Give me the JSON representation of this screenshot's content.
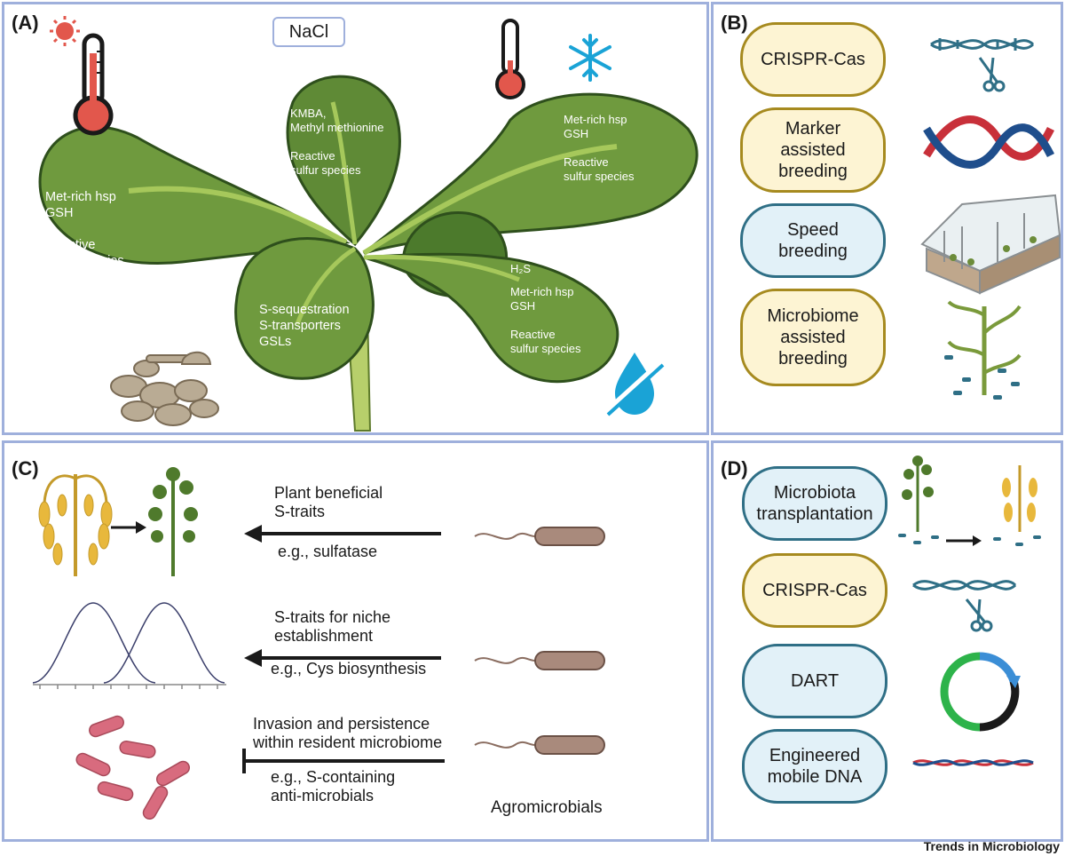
{
  "panels": {
    "a": {
      "label": "(A)",
      "nacl": "NaCl",
      "leaf_top": "KMBA,\nMethyl methionine\n\nReactive\nsulfur species",
      "leaf_upper_right": "Met-rich hsp\nGSH\n\nReactive\nsulfur species",
      "leaf_left": "Met-rich hsp\nGSH\n\nReactive\nsulfur species",
      "leaf_lower_right_h2s": "H₂S",
      "leaf_lower_right": "Met-rich hsp\nGSH\n\nReactive\nsulfur species",
      "leaf_center": "S-sequestration\nS-transporters\nGSLs"
    },
    "b": {
      "label": "(B)",
      "items": [
        {
          "label": "CRISPR-Cas",
          "icon": "dna-scissors-icon"
        },
        {
          "label": "Marker\nassisted\nbreeding",
          "icon": "dna-helix-icon"
        },
        {
          "label": "Speed\nbreeding",
          "icon": "greenhouse-icon"
        },
        {
          "label": "Microbiome\nassisted\nbreeding",
          "icon": "plant-microbes-icon"
        }
      ]
    },
    "c": {
      "label": "(C)",
      "row1_title": "Plant beneficial\nS-traits",
      "row1_example": "e.g., sulfatase",
      "row2_title": "S-traits for niche\nestablishment",
      "row2_example": "e.g., Cys biosynthesis",
      "row3_title": "Invasion and persistence\nwithin resident microbiome",
      "row3_example": "e.g., S-containing\nanti-microbials",
      "agromicrobials": "Agromicrobials"
    },
    "d": {
      "label": "(D)",
      "items": [
        {
          "label": "Microbiota\ntransplantation",
          "icon": "plants-transplant-icon"
        },
        {
          "label": "CRISPR-Cas",
          "icon": "dna-scissors-icon"
        },
        {
          "label": "DART",
          "icon": "plasmid-icon"
        },
        {
          "label": "Engineered\nmobile DNA",
          "icon": "dna-strand-icon"
        }
      ]
    }
  },
  "footer": "Trends in Microbiology",
  "colors": {
    "panel_border": "#9fb0dc",
    "leaf": "#6f9a3e",
    "leaf_dark": "#2e4f1c",
    "pill_yellow": "#fdf4d3",
    "pill_blue": "#e2f1f8",
    "bacterium": "#a98a7c",
    "pathogen": "#d86b7e"
  }
}
